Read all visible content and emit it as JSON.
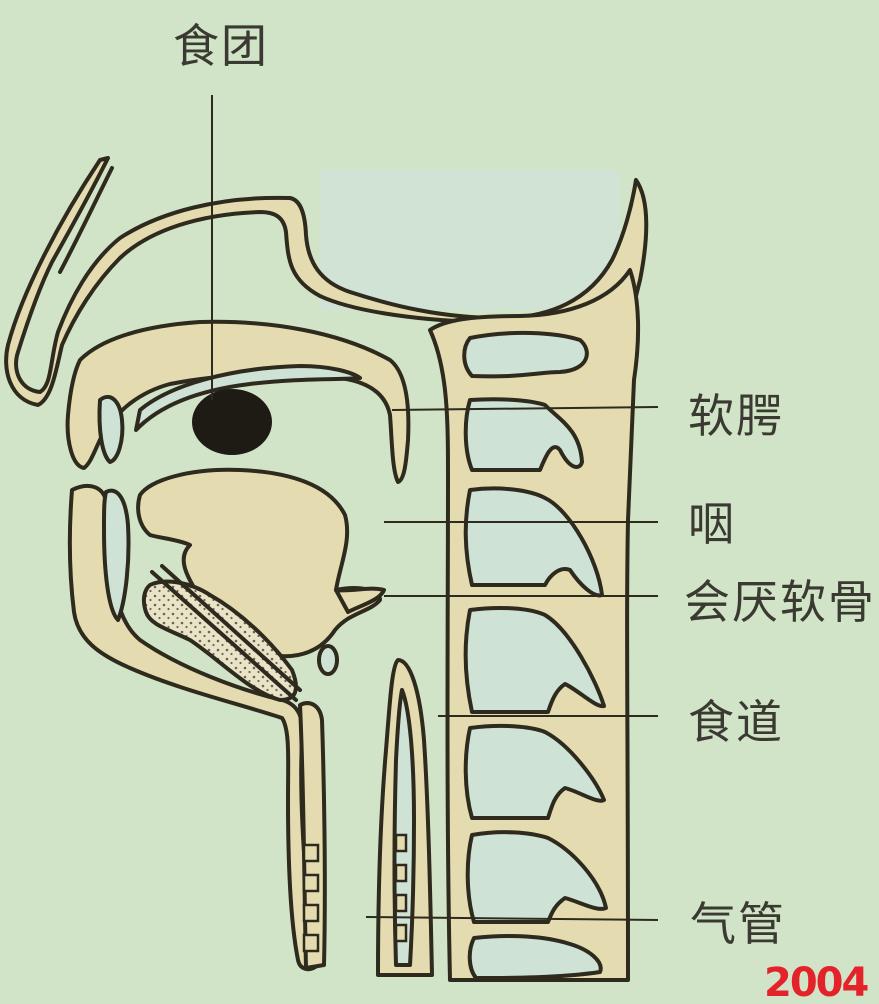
{
  "labels": {
    "bolus": "食团",
    "soft_palate": "软腭",
    "pharynx": "咽",
    "epiglottis": "会厌软骨",
    "esophagus": "食道",
    "trachea": "气管"
  },
  "watermark": "2004",
  "colors": {
    "background": "#d2e4c8",
    "tissue": "#e4dcb0",
    "outline": "#2e2a1e",
    "cavity": "#cfe2d6",
    "bolus": "#1e1a14",
    "watermark": "#e4222a"
  }
}
